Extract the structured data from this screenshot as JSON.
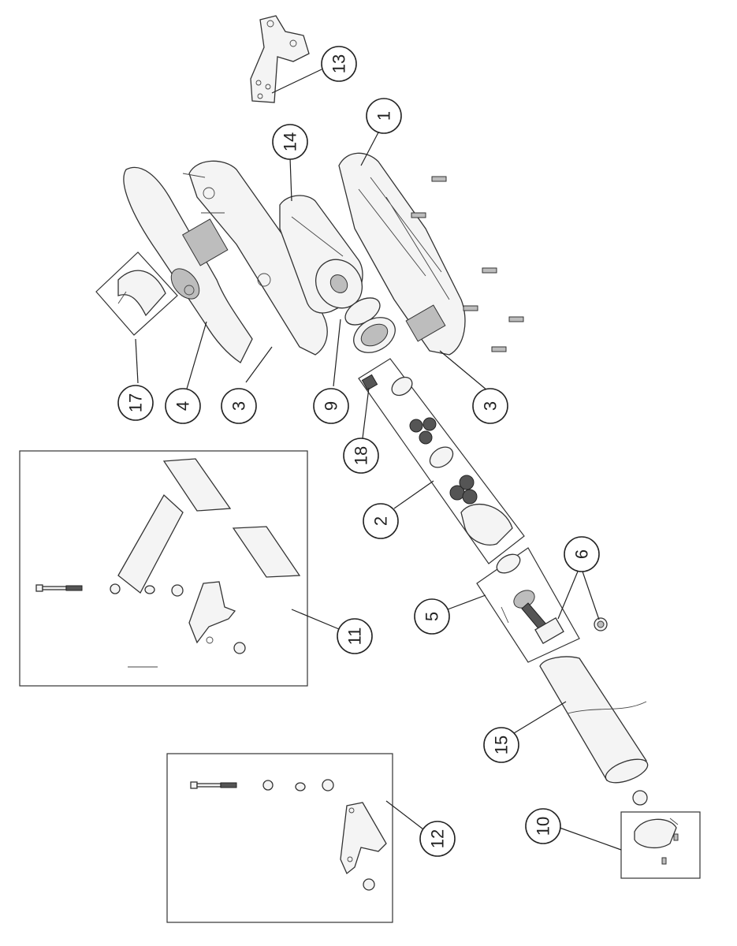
{
  "callouts": {
    "c1": "1",
    "c2": "2",
    "c3a": "3",
    "c3b": "3",
    "c4": "4",
    "c5": "5",
    "c6": "6",
    "c9": "9",
    "c10": "10",
    "c11": "11",
    "c12": "12",
    "c13": "13",
    "c14": "14",
    "c15": "15",
    "c17": "17",
    "c18": "18"
  }
}
